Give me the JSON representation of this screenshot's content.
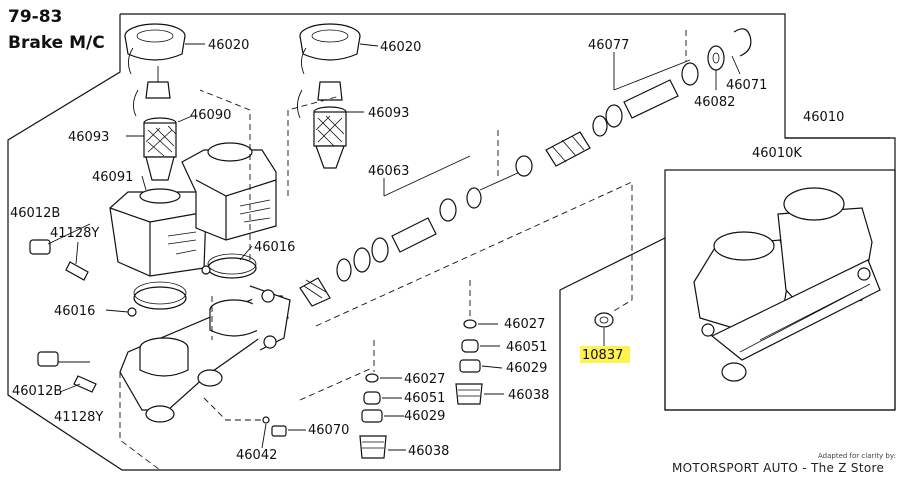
{
  "title": {
    "line1": "79-83",
    "line2": "Brake M/C"
  },
  "highlight_color": "#fff44f",
  "part_labels": {
    "p46020a": "46020",
    "p46020b": "46020",
    "p46090": "46090",
    "p46093a": "46093",
    "p46093b": "46093",
    "p46091": "46091",
    "p46012Ba": "46012B",
    "p41128Ya": "41128Y",
    "p46016a": "46016",
    "p46016b": "46016",
    "p46012Bb": "46012B",
    "p41128Yb": "41128Y",
    "p46063": "46063",
    "p46077": "46077",
    "p46071": "46071",
    "p46082": "46082",
    "p46010": "46010",
    "p46010K": "46010K",
    "p46027a": "46027",
    "p46051a": "46051",
    "p46029a": "46029",
    "p46038a": "46038",
    "p46027b": "46027",
    "p46051b": "46051",
    "p46029b": "46029",
    "p46038b": "46038",
    "p46070": "46070",
    "p46042": "46042",
    "p10837": "10837"
  },
  "credit": {
    "small": "Adapted for clarity by:",
    "main": "MOTORSPORT AUTO - The Z Store"
  }
}
